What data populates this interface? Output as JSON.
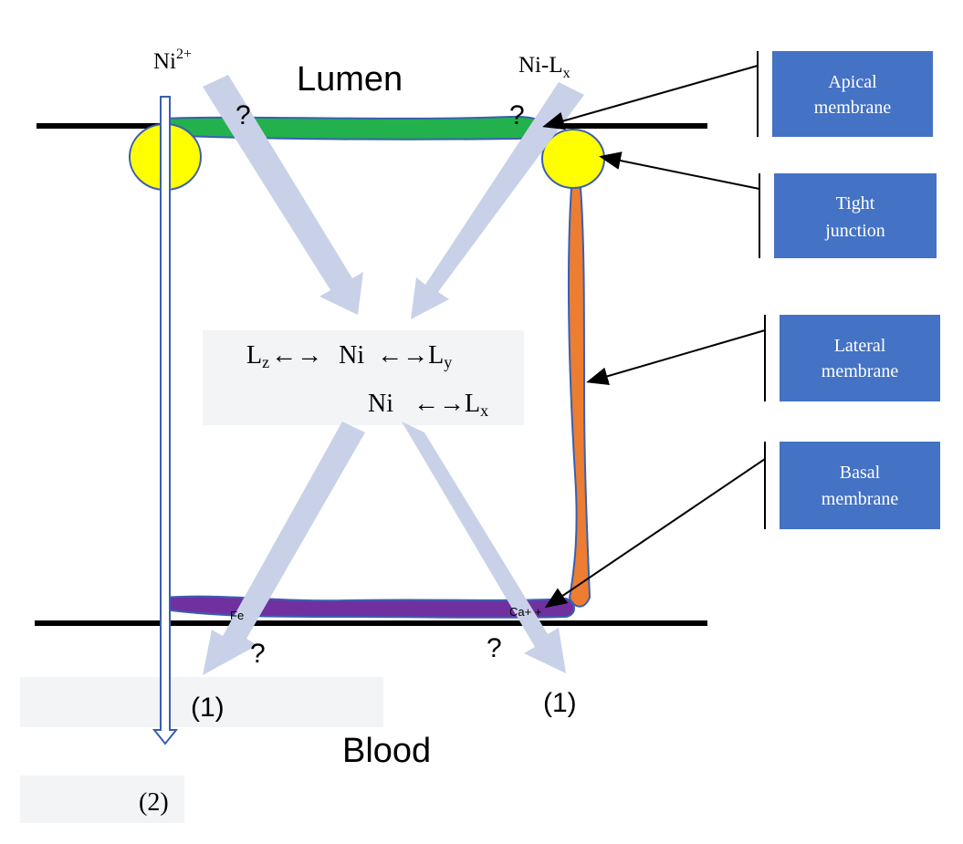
{
  "labels": {
    "ni2": "Ni",
    "ni2_sup": "2+",
    "nilx": "Ni-L",
    "nilx_sub": "x",
    "lumen": "Lumen",
    "blood": "Blood",
    "q1": "?",
    "q2": "?",
    "q3": "?",
    "q4": "?",
    "fe": "Fe",
    "ca": "Ca+ +",
    "path1_left": "(1)",
    "path1_right": "(1)",
    "path2": "(2)"
  },
  "equation": {
    "line1_lz": "L",
    "line1_lz_sub": "z",
    "line1_arrow_left": "←→",
    "line1_ni": "Ni",
    "line1_arrow_right": "←→",
    "line1_ly": "L",
    "line1_ly_sub": "y",
    "line2_ni": "Ni",
    "line2_arrow": "←→",
    "line2_lx": "L",
    "line2_lx_sub": "x"
  },
  "callouts": {
    "apical": [
      "Apical",
      "membrane"
    ],
    "tight": [
      "Tight",
      "junction"
    ],
    "lateral": [
      "Lateral",
      "membrane"
    ],
    "basal": [
      "Basal",
      "membrane"
    ]
  },
  "colors": {
    "apical_membrane": "#22b14c",
    "tight_junction": "#ffff00",
    "lateral_membrane": "#ed7d31",
    "basal_membrane": "#7030a0",
    "membrane_outline": "#3a5fb0",
    "flow_arrow": "#c9d1e8",
    "callout_box": "#4472c4",
    "callout_text": "#ffffff"
  }
}
